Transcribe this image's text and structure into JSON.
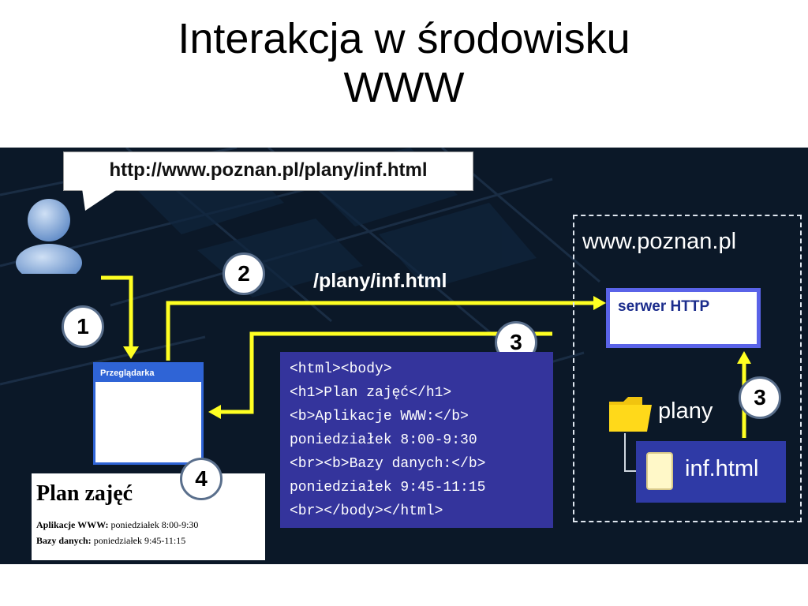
{
  "slide": {
    "title_line1": "Interakcja w środowisku",
    "title_line2": "WWW"
  },
  "diagram": {
    "url_bubble": "http://www.poznan.pl/plany/inf.html",
    "request_path": "/plany/inf.html",
    "steps": [
      "1",
      "2",
      "3",
      "3",
      "4"
    ],
    "browser_title": "Przeglądarka",
    "result": {
      "title": "Plan zajęć",
      "line1_bold": "Aplikacje WWW:",
      "line1_text": " poniedziałek 8:00-9:30",
      "line2_bold": "Bazy danych:",
      "line2_text": " poniedziałek 9:45-11:15"
    },
    "code_lines": [
      "<html><body>",
      "<h1>Plan zajęć</h1>",
      "<b>Aplikacje WWW:</b>",
      "poniedziałek 8:00-9:30",
      "<br><b>Bazy danych:</b>",
      "poniedziałek 9:45-11:15",
      "<br></body></html>"
    ],
    "server_domain": "www.poznan.pl",
    "server_label": "serwer HTTP",
    "folder_label": "plany",
    "file_label": "inf.html",
    "icons": [
      "user-icon",
      "folder-icon",
      "file-icon"
    ],
    "colors": {
      "arrow": "#ffff22",
      "background": "#0b1828",
      "code_bg": "#34349c",
      "server_border": "#5a63e8"
    }
  }
}
